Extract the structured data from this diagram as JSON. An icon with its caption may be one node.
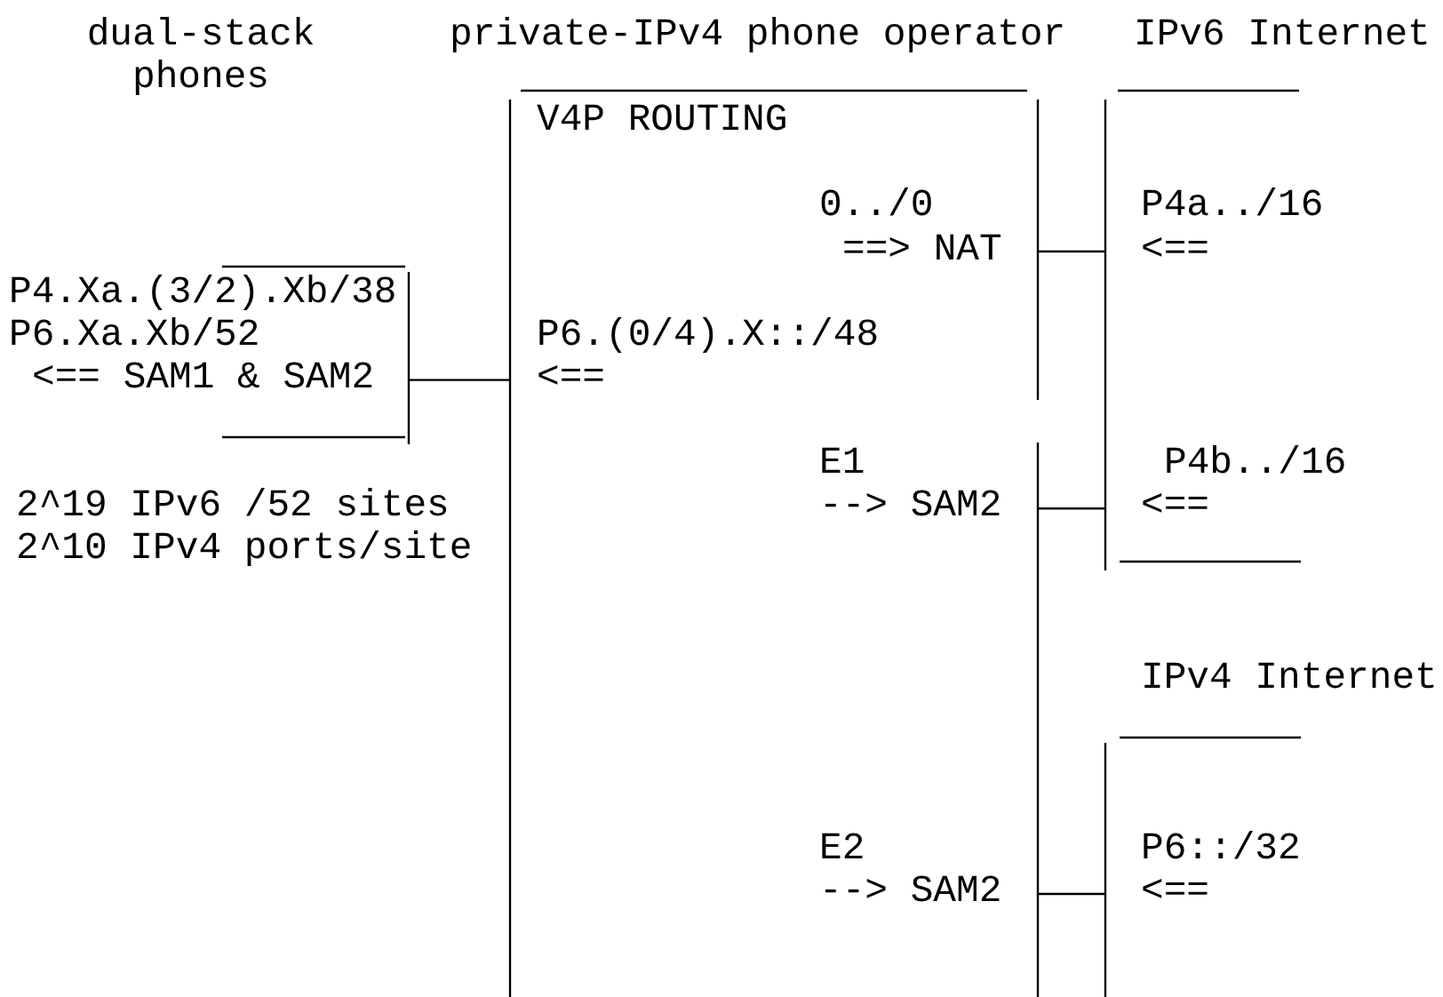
{
  "diagram": {
    "nodes": [
      {
        "text": [
          "private-IPv4 phone operator",
          "V4P ROUTING",
          "0../0",
          "==> NAT",
          "P6.(0/4).X::/48",
          "<==",
          "E1",
          "--> SAM2",
          "E2",
          "--> SAM2"
        ]
      },
      {
        "text": [
          "IPv6 Internet",
          "P4a../16",
          "<==",
          "P4b../16",
          "<=="
        ]
      },
      {
        "text": [
          "P4.Xa.(3/2).Xb/38",
          "P6.Xa.Xb/52",
          "<== SAM1 & SAM2"
        ]
      },
      {
        "text": [
          "IPv4 Internet",
          "P6::/32",
          "<=="
        ]
      }
    ],
    "edges": [
      {
        "from": 0,
        "to": 1,
        "arrow": "none"
      },
      {
        "from": 2,
        "to": 0,
        "arrow": "none"
      },
      {
        "from": 0,
        "to": 1,
        "arrow": "none"
      },
      {
        "from": 0,
        "to": 3,
        "arrow": "none"
      }
    ],
    "labels": [
      "dual-stack phones",
      "2^19 IPv6 /52 sites",
      "2^10 IPv4 ports/site"
    ]
  }
}
